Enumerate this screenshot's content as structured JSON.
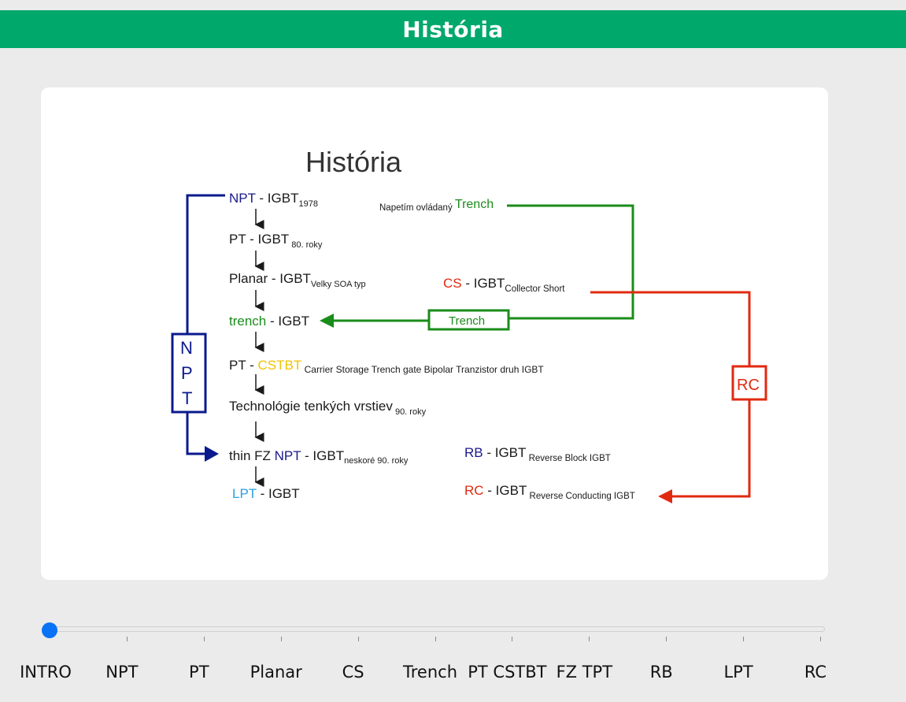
{
  "header": {
    "title": "História"
  },
  "slide": {
    "title": "História",
    "npt_box": [
      "N",
      "P",
      "T"
    ],
    "rc_box": "RC",
    "chain": [
      {
        "prefix": "NPT",
        "prefix_color": "#1a1a8c",
        "main": " - IGBT",
        "sub": "1978"
      },
      {
        "prefix": "",
        "prefix_color": "#1a1a1a",
        "main": "PT - IGBT",
        "sub": " 80. roky"
      },
      {
        "prefix": "",
        "prefix_color": "#1a1a1a",
        "main": "Planar - IGBT",
        "sub": "Velky SOA typ"
      },
      {
        "prefix": "trench",
        "prefix_color": "#1a8c1a",
        "main": " - IGBT",
        "sub": ""
      },
      {
        "prefix": "PT - ",
        "prefix_color": "#1a1a1a",
        "highlight": "CSTBT",
        "highlight_color": "#f2c200",
        "main": "",
        "sub": " Carrier Storage Trench gate Bipolar Tranzistor druh IGBT"
      },
      {
        "prefix": "",
        "prefix_color": "#1a1a1a",
        "main": "Technológie tenkých vrstiev",
        "sub": " 90. roky"
      },
      {
        "prefix": "thin FZ ",
        "prefix_color": "#1a1a1a",
        "highlight": "NPT",
        "highlight_color": "#1a1a8c",
        "main": " - IGBT",
        "sub": "neskoré 90. roky"
      },
      {
        "prefix": "LPT",
        "prefix_color": "#2aa0e0",
        "main": " - IGBT",
        "sub": ""
      }
    ],
    "trench_note": {
      "small": "Napetím ovládaný ",
      "big": "Trench"
    },
    "trench_box": "Trench",
    "cs": {
      "prefix": "CS",
      "main": " - IGBT",
      "sub": "Collector Short"
    },
    "rb": {
      "prefix": "RB",
      "main": " - IGBT",
      "sub": " Reverse Block IGBT"
    },
    "rc": {
      "prefix": "RC",
      "main": " - IGBT",
      "sub": " Reverse Conducting IGBT"
    },
    "colors": {
      "blue": "#0a1a8c",
      "green": "#1a8c1a",
      "red": "#e02a10"
    }
  },
  "slider": {
    "value_index": 0,
    "labels": [
      "INTRO",
      "NPT",
      "PT",
      "Planar",
      "CS",
      "Trench",
      "PT CSTBT",
      "FZ TPT",
      "RB",
      "LPT",
      "RC"
    ]
  }
}
